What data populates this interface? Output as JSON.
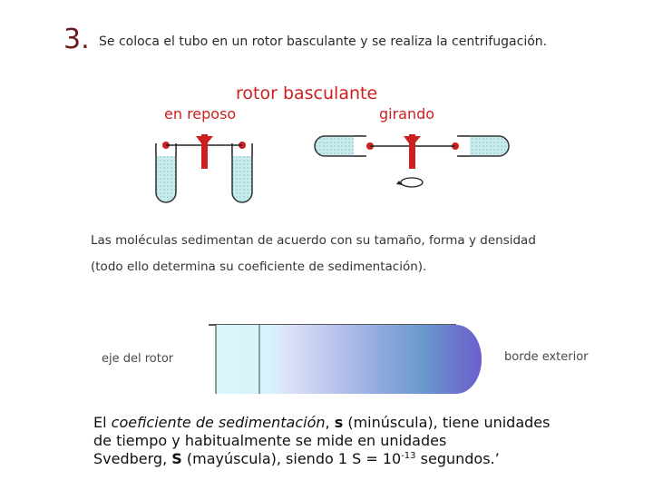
{
  "step": {
    "number": "3.",
    "text": "Se coloca el tubo en un rotor basculante y se realiza la centrifugación."
  },
  "diagram": {
    "title": "rotor basculante",
    "rest_label": "en reposo",
    "spin_label": "girando"
  },
  "description": {
    "line1": "Las moléculas sedimentan de acuerdo con su tamaño, forma y densidad",
    "line2": "(todo ello determina su coeficiente de sedimentación)."
  },
  "tube": {
    "axis_label": "eje del rotor",
    "edge_label": "borde exterior"
  },
  "paragraph": {
    "line1_a": "El ",
    "line1_b": "coeficiente de sedimentación",
    "line1_c": ", ",
    "line1_d": "s",
    "line1_e": " (minúscula), tiene unidades",
    "line2": "de tiempo y habitualmente se mide en unidades",
    "line3_a": "Svedberg, ",
    "line3_b": "S",
    "line3_c": " (mayúscula), siendo 1 S = 10",
    "line3_sup": "-13",
    "line3_d": " segundos.’"
  }
}
